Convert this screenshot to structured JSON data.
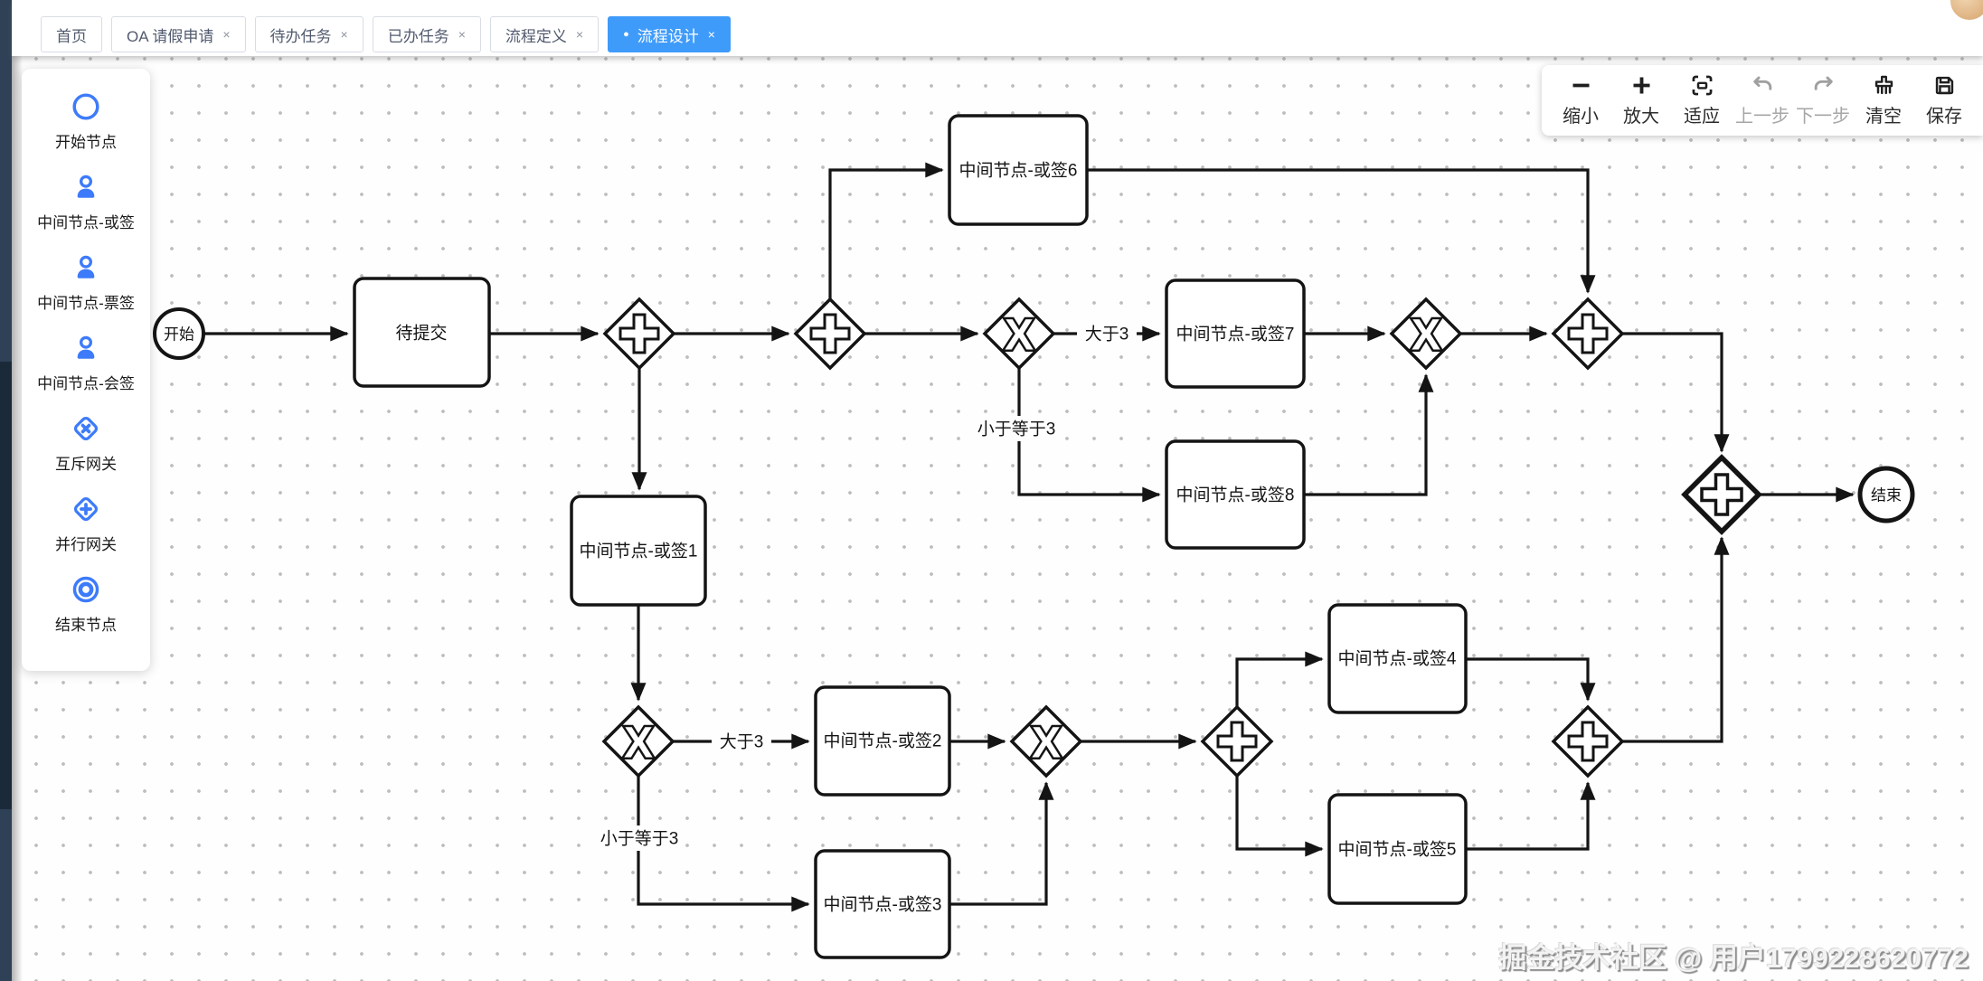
{
  "tabs": {
    "close_glyph": "×",
    "active_dot": "●",
    "items": [
      {
        "label": "首页",
        "closable": false,
        "active": false
      },
      {
        "label": "OA 请假申请",
        "closable": true,
        "active": false
      },
      {
        "label": "待办任务",
        "closable": true,
        "active": false
      },
      {
        "label": "已办任务",
        "closable": true,
        "active": false
      },
      {
        "label": "流程定义",
        "closable": true,
        "active": false
      },
      {
        "label": "流程设计",
        "closable": true,
        "active": true
      }
    ]
  },
  "palette": {
    "items": [
      {
        "label": "开始节点",
        "icon": "start-circle-icon"
      },
      {
        "label": "中间节点-或签",
        "icon": "user-icon"
      },
      {
        "label": "中间节点-票签",
        "icon": "user-icon"
      },
      {
        "label": "中间节点-会签",
        "icon": "user-icon"
      },
      {
        "label": "互斥网关",
        "icon": "exclusive-gateway-icon"
      },
      {
        "label": "并行网关",
        "icon": "parallel-gateway-icon"
      },
      {
        "label": "结束节点",
        "icon": "end-circle-icon"
      }
    ]
  },
  "toolbar": {
    "items": [
      {
        "label": "缩小",
        "icon": "zoom-out-icon",
        "disabled": false
      },
      {
        "label": "放大",
        "icon": "zoom-in-icon",
        "disabled": false
      },
      {
        "label": "适应",
        "icon": "fit-screen-icon",
        "disabled": false
      },
      {
        "label": "上一步",
        "icon": "undo-icon",
        "disabled": true
      },
      {
        "label": "下一步",
        "icon": "redo-icon",
        "disabled": true
      },
      {
        "label": "清空",
        "icon": "clear-broom-icon",
        "disabled": false
      },
      {
        "label": "保存",
        "icon": "save-floppy-icon",
        "disabled": false
      }
    ]
  },
  "diagram": {
    "nodes": {
      "start": "开始",
      "submit": "待提交",
      "or1": "中间节点-或签1",
      "or2": "中间节点-或签2",
      "or3": "中间节点-或签3",
      "or4": "中间节点-或签4",
      "or5": "中间节点-或签5",
      "or6": "中间节点-或签6",
      "or7": "中间节点-或签7",
      "or8": "中间节点-或签8",
      "end": "结束"
    },
    "edge_labels": {
      "top_gt": "大于3",
      "top_lte": "小于等于3",
      "bottom_gt": "大于3",
      "bottom_lte": "小于等于3"
    }
  },
  "watermark": "掘金技术社区 @ 用户1799228620772",
  "colors": {
    "accent_blue": "#3f9bfa",
    "palette_icon_blue": "#3d7bfa",
    "diagram_stroke": "#141414",
    "rail_dark": "#1b2a39",
    "rail_light": "#2e4156"
  }
}
